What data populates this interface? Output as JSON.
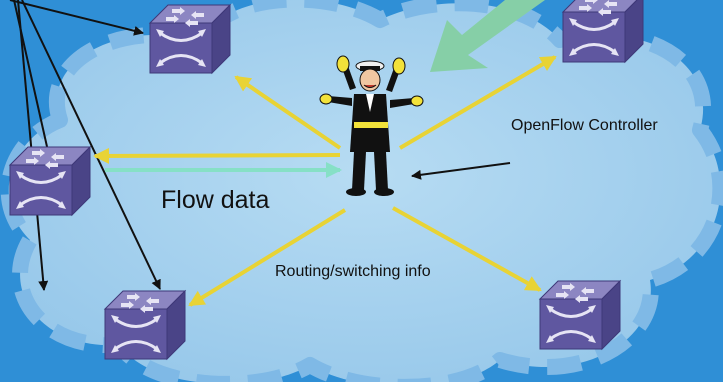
{
  "labels": {
    "controller": "OpenFlow Controller",
    "flow_data": "Flow data",
    "routing_info": "Routing/switching info"
  },
  "colors": {
    "background": "#2f8fd6",
    "cloud": "#a6d2ee",
    "cloud_dashes": "#7fb9e6",
    "yellow_arrows": "#e8d335",
    "green_arrow": "#86cfa7",
    "teal_arrow": "#86e0c6",
    "black_arrows": "#111111",
    "switch_top": "#8c86c2",
    "switch_front": "#5f57a0",
    "switch_side": "#4a4487"
  },
  "icons": {
    "switch": "network-switch-icon",
    "controller": "traffic-officer-icon"
  }
}
